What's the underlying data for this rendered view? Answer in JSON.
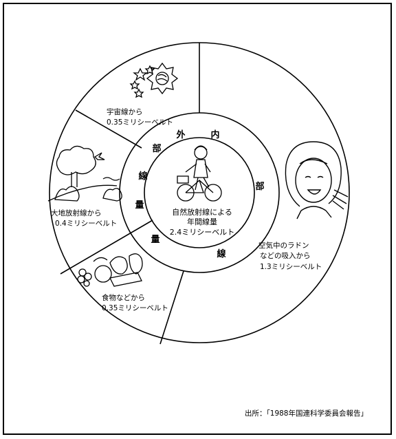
{
  "center": {
    "line1": "自然放射線による",
    "line2": "年間線量",
    "line3": "2.4ミリシーベルト"
  },
  "ring": {
    "external_chars": [
      "外",
      "部",
      "線",
      "量"
    ],
    "internal_chars": [
      "内",
      "部",
      "線",
      "量"
    ]
  },
  "segments": {
    "cosmic": {
      "line1": "宇宙線から",
      "line2": "0.35ミリシーベルト"
    },
    "ground": {
      "line1": "大地放射線から",
      "line2": "0.4ミリシーベルト"
    },
    "food": {
      "line1": "食物などから",
      "line2": "0.35ミリシーベルト"
    },
    "radon": {
      "line1": "空気中のラドン",
      "line2": "などの吸入から",
      "line3": "1.3ミリシーベルト"
    }
  },
  "source": "出所：「1988年国連科学委員会報告」",
  "colors": {
    "line": "#000000",
    "background": "#ffffff"
  }
}
